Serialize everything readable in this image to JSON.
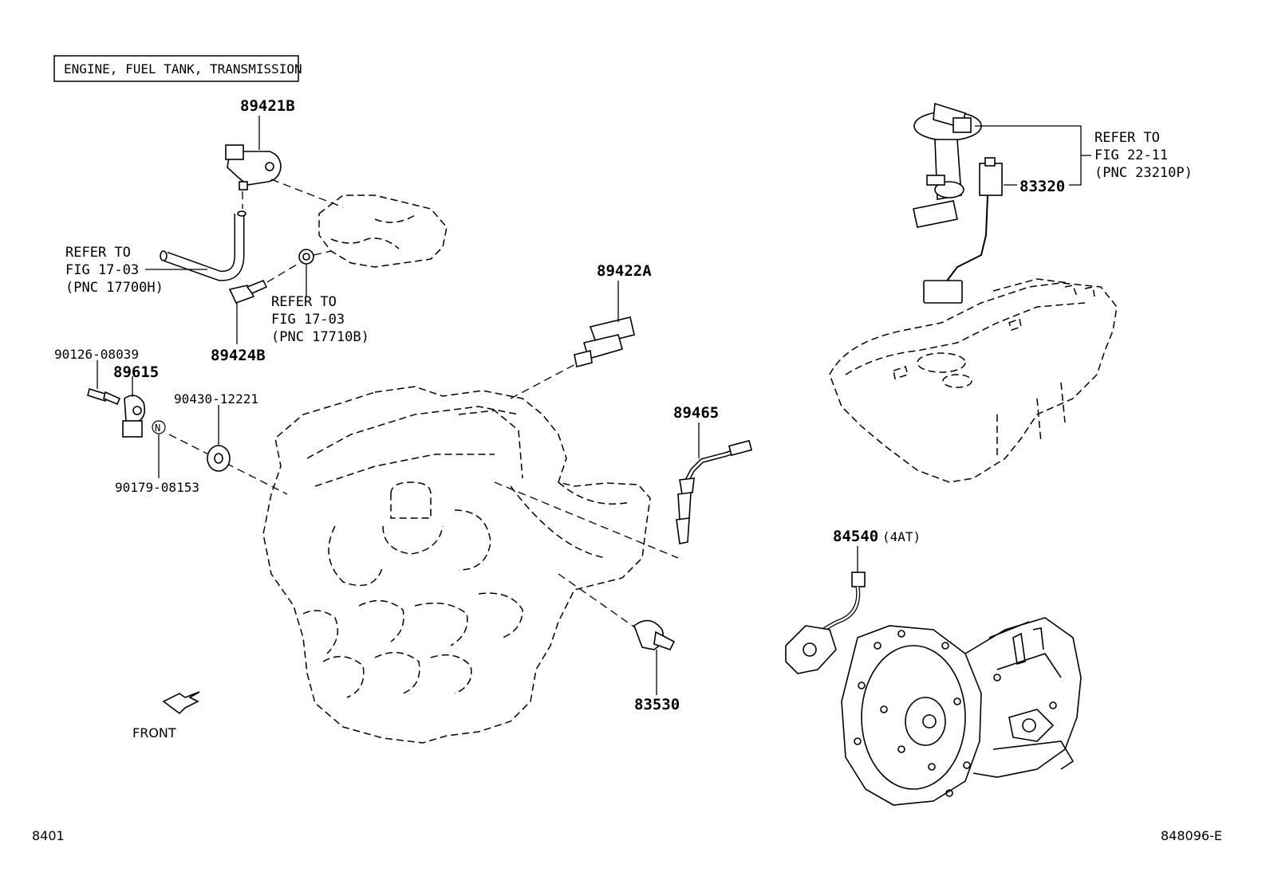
{
  "header": {
    "section_title": "ENGINE, FUEL TANK, TRANSMISSION"
  },
  "callouts": {
    "p89421B": "89421B",
    "p89422A": "89422A",
    "p89424B": "89424B",
    "p90126": "90126-08039",
    "p89615": "89615",
    "p90430": "90430-12221",
    "p90179": "90179-08153",
    "p89465": "89465",
    "p83530": "83530",
    "p83320": "83320",
    "p84540": "84540",
    "p84540_note": "(4AT)"
  },
  "refs": {
    "ref_17700h": {
      "line1": "REFER TO",
      "line2": "FIG 17-03",
      "line3": "(PNC 17700H)"
    },
    "ref_17710b": {
      "line1": "REFER TO",
      "line2": "FIG 17-03",
      "line3": "(PNC 17710B)"
    },
    "ref_23210p": {
      "line1": "REFER TO",
      "line2": "FIG 22-11",
      "line3": "(PNC 23210P)"
    }
  },
  "symbols": {
    "new_part": "N"
  },
  "direction": {
    "front_label": "FRONT"
  },
  "footer": {
    "page_code": "8401",
    "drawing_code": "848096-E"
  }
}
